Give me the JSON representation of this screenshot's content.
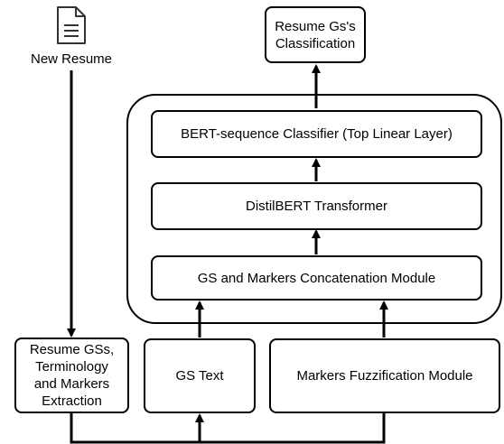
{
  "input": {
    "icon": "document-icon",
    "label": "New Resume"
  },
  "boxes": {
    "output": "Resume Gs's\nClassification",
    "classifier": "BERT-sequence Classifier (Top Linear Layer)",
    "transformer": "DistilBERT Transformer",
    "concat": "GS and Markers Concatenation Module",
    "extraction": "Resume GSs,\nTerminology\nand Markers\nExtraction",
    "gs_text": "GS Text",
    "fuzzification": "Markers Fuzzification Module"
  }
}
